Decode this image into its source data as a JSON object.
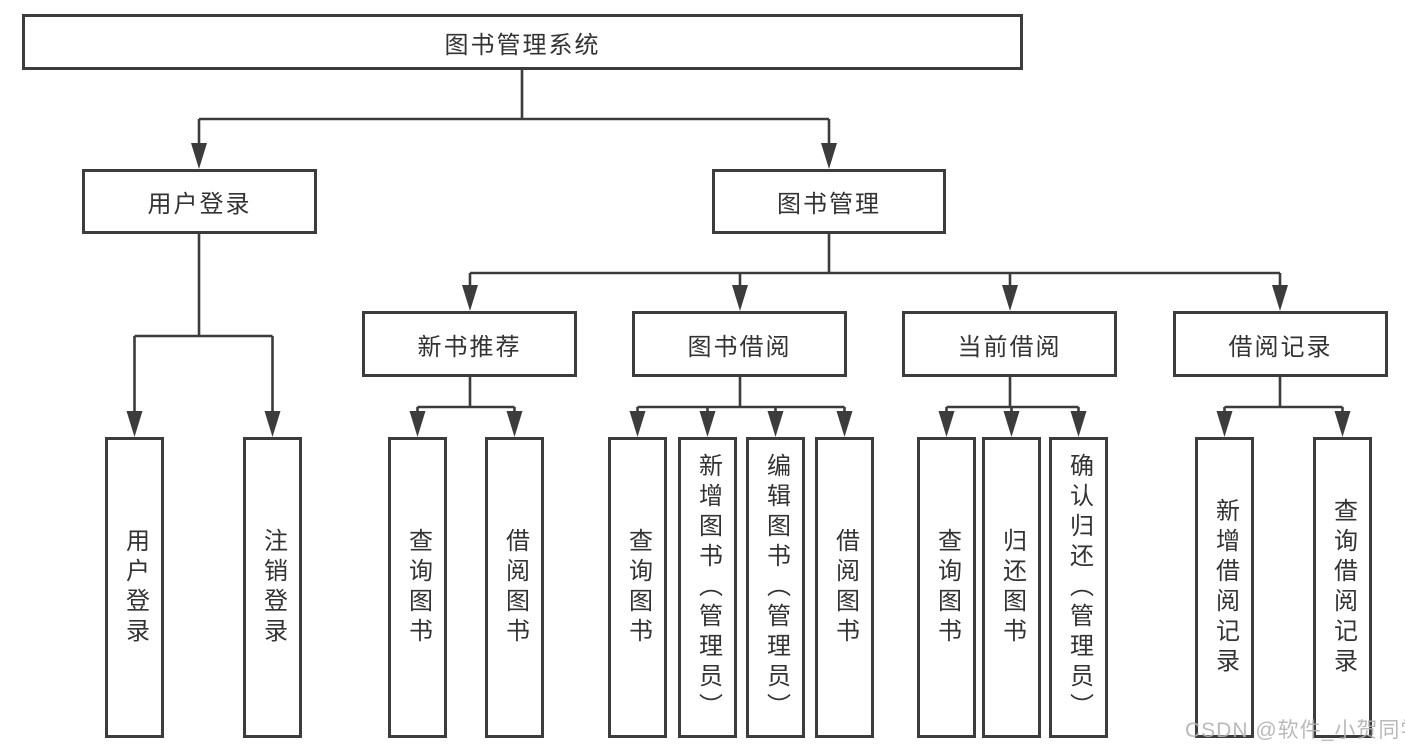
{
  "tree": {
    "label": "图书管理系统",
    "children": [
      {
        "label": "用户登录",
        "children": [
          {
            "label": "用户登录"
          },
          {
            "label": "注销登录"
          }
        ]
      },
      {
        "label": "图书管理",
        "children": [
          {
            "label": "新书推荐",
            "children": [
              {
                "label": "查询图书"
              },
              {
                "label": "借阅图书"
              }
            ]
          },
          {
            "label": "图书借阅",
            "children": [
              {
                "label": "查询图书"
              },
              {
                "label": "新增图书（管理员）"
              },
              {
                "label": "编辑图书（管理员）"
              },
              {
                "label": "借阅图书"
              }
            ]
          },
          {
            "label": "当前借阅",
            "children": [
              {
                "label": "查询图书"
              },
              {
                "label": "归还图书"
              },
              {
                "label": "确认归还（管理员）"
              }
            ]
          },
          {
            "label": "借阅记录",
            "children": [
              {
                "label": "新增借阅记录"
              },
              {
                "label": "查询借阅记录"
              }
            ]
          }
        ]
      }
    ]
  },
  "watermark": {
    "text": "CSDN @软件_小贺同学"
  },
  "colors": {
    "line": "#3c3c3c",
    "box_border": "#3c3c3c",
    "box_background": "#ffffff",
    "text": "#333333",
    "watermark": "#b3b3b3",
    "page_background": "#ffffff"
  }
}
